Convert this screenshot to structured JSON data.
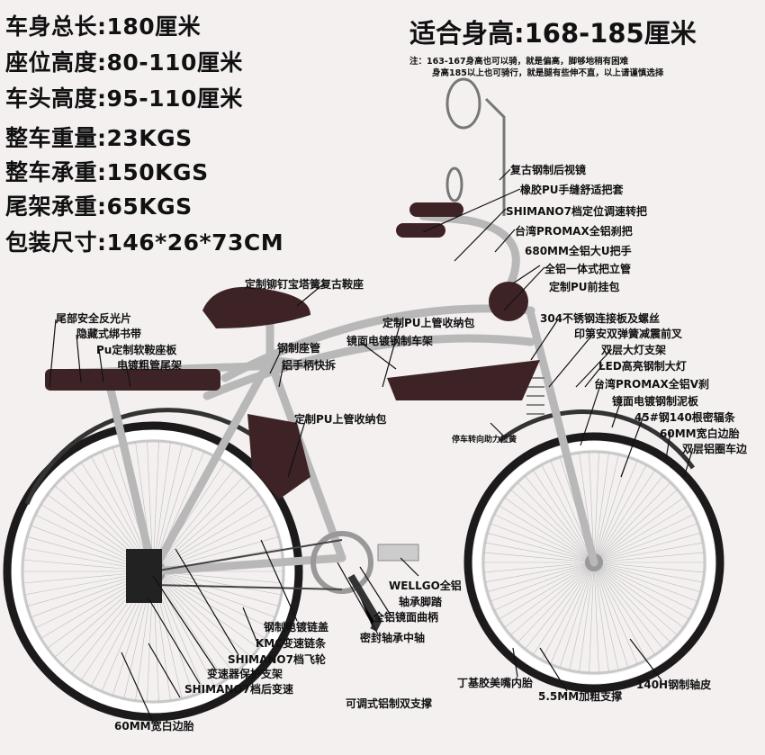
{
  "specs": [
    "车身总长:180厘米",
    "座位高度:80-110厘米",
    "车头高度:95-110厘米",
    "整车重量:23KGS",
    "整车承重:150KGS",
    "尾架承重:65KGS",
    "包装尺寸:146*26*73CM"
  ],
  "fit_height": "适合身高:168-185厘米",
  "notes": [
    "注：163-167身高也可以骑，就是偏高，脚够地稍有困难",
    "身高185以上也可骑行，就是腿有些伸不直，以上请谨慎选择"
  ],
  "callouts": {
    "mirror": "复古钢制后视镜",
    "grips": "橡胶PU手缝舒适把套",
    "shifter": "SHIMANO7档定位调速转把",
    "brake_lever": "台湾PROMAX全铝刹把",
    "handlebar": "680MM全铝大U把手",
    "stem": "全铝一体式把立管",
    "front_bag": "定制PU前挂包",
    "saddle": "定制铆钉宝塔簧复古鞍座",
    "reflector": "尾部安全反光片",
    "strap": "隐藏式绑书带",
    "rack_pad": "Pu定制软鞍座板",
    "rear_rack": "电镀粗管尾架",
    "seat_post": "钢制座管",
    "quick_release": "铝手柄快拆",
    "top_bag": "定制PU上管收纳包",
    "frame": "镜面电镀钢制车架",
    "steel_plate": "304不锈钢连接板及螺丝",
    "fork": "印第安双弹簧减震前叉",
    "light_bracket": "双层大灯支架",
    "headlight": "LED高亮钢制大灯",
    "v_brake": "台湾PROMAX全铝V刹",
    "fender": "镜面电镀钢制泥板",
    "spokes": "45#钢140根密辐条",
    "front_tire": "60MM宽白边胎",
    "rim": "双层铝圈车边",
    "down_bag": "定制PU上管收纳包",
    "steering_spring": "停车转向助力拉簧",
    "pedal_1": "WELLGO全铝",
    "pedal_2": "轴承脚踏",
    "crank": "全铝镜面曲柄",
    "chain_guard": "钢制电镀链盖",
    "bottom_bracket": "密封轴承中轴",
    "chain": "KMC变速链条",
    "freewheel": "SHIMANO7档飞轮",
    "derailleur_guard": "变速器保护支架",
    "derailleur": "SHIMANO7档后变速",
    "kickstand": "可调式铝制双支撑",
    "rear_tire": "60MM宽白边胎",
    "inner_tube": "丁基胶美嘴内胎",
    "support": "5.5MM加粗支撑",
    "hub": "140H钢制轴皮"
  },
  "colors": {
    "background": "#f4f0f0",
    "leather": "#3e2326",
    "chrome": "#b8b8b8",
    "tire": "#1c1a1a"
  }
}
